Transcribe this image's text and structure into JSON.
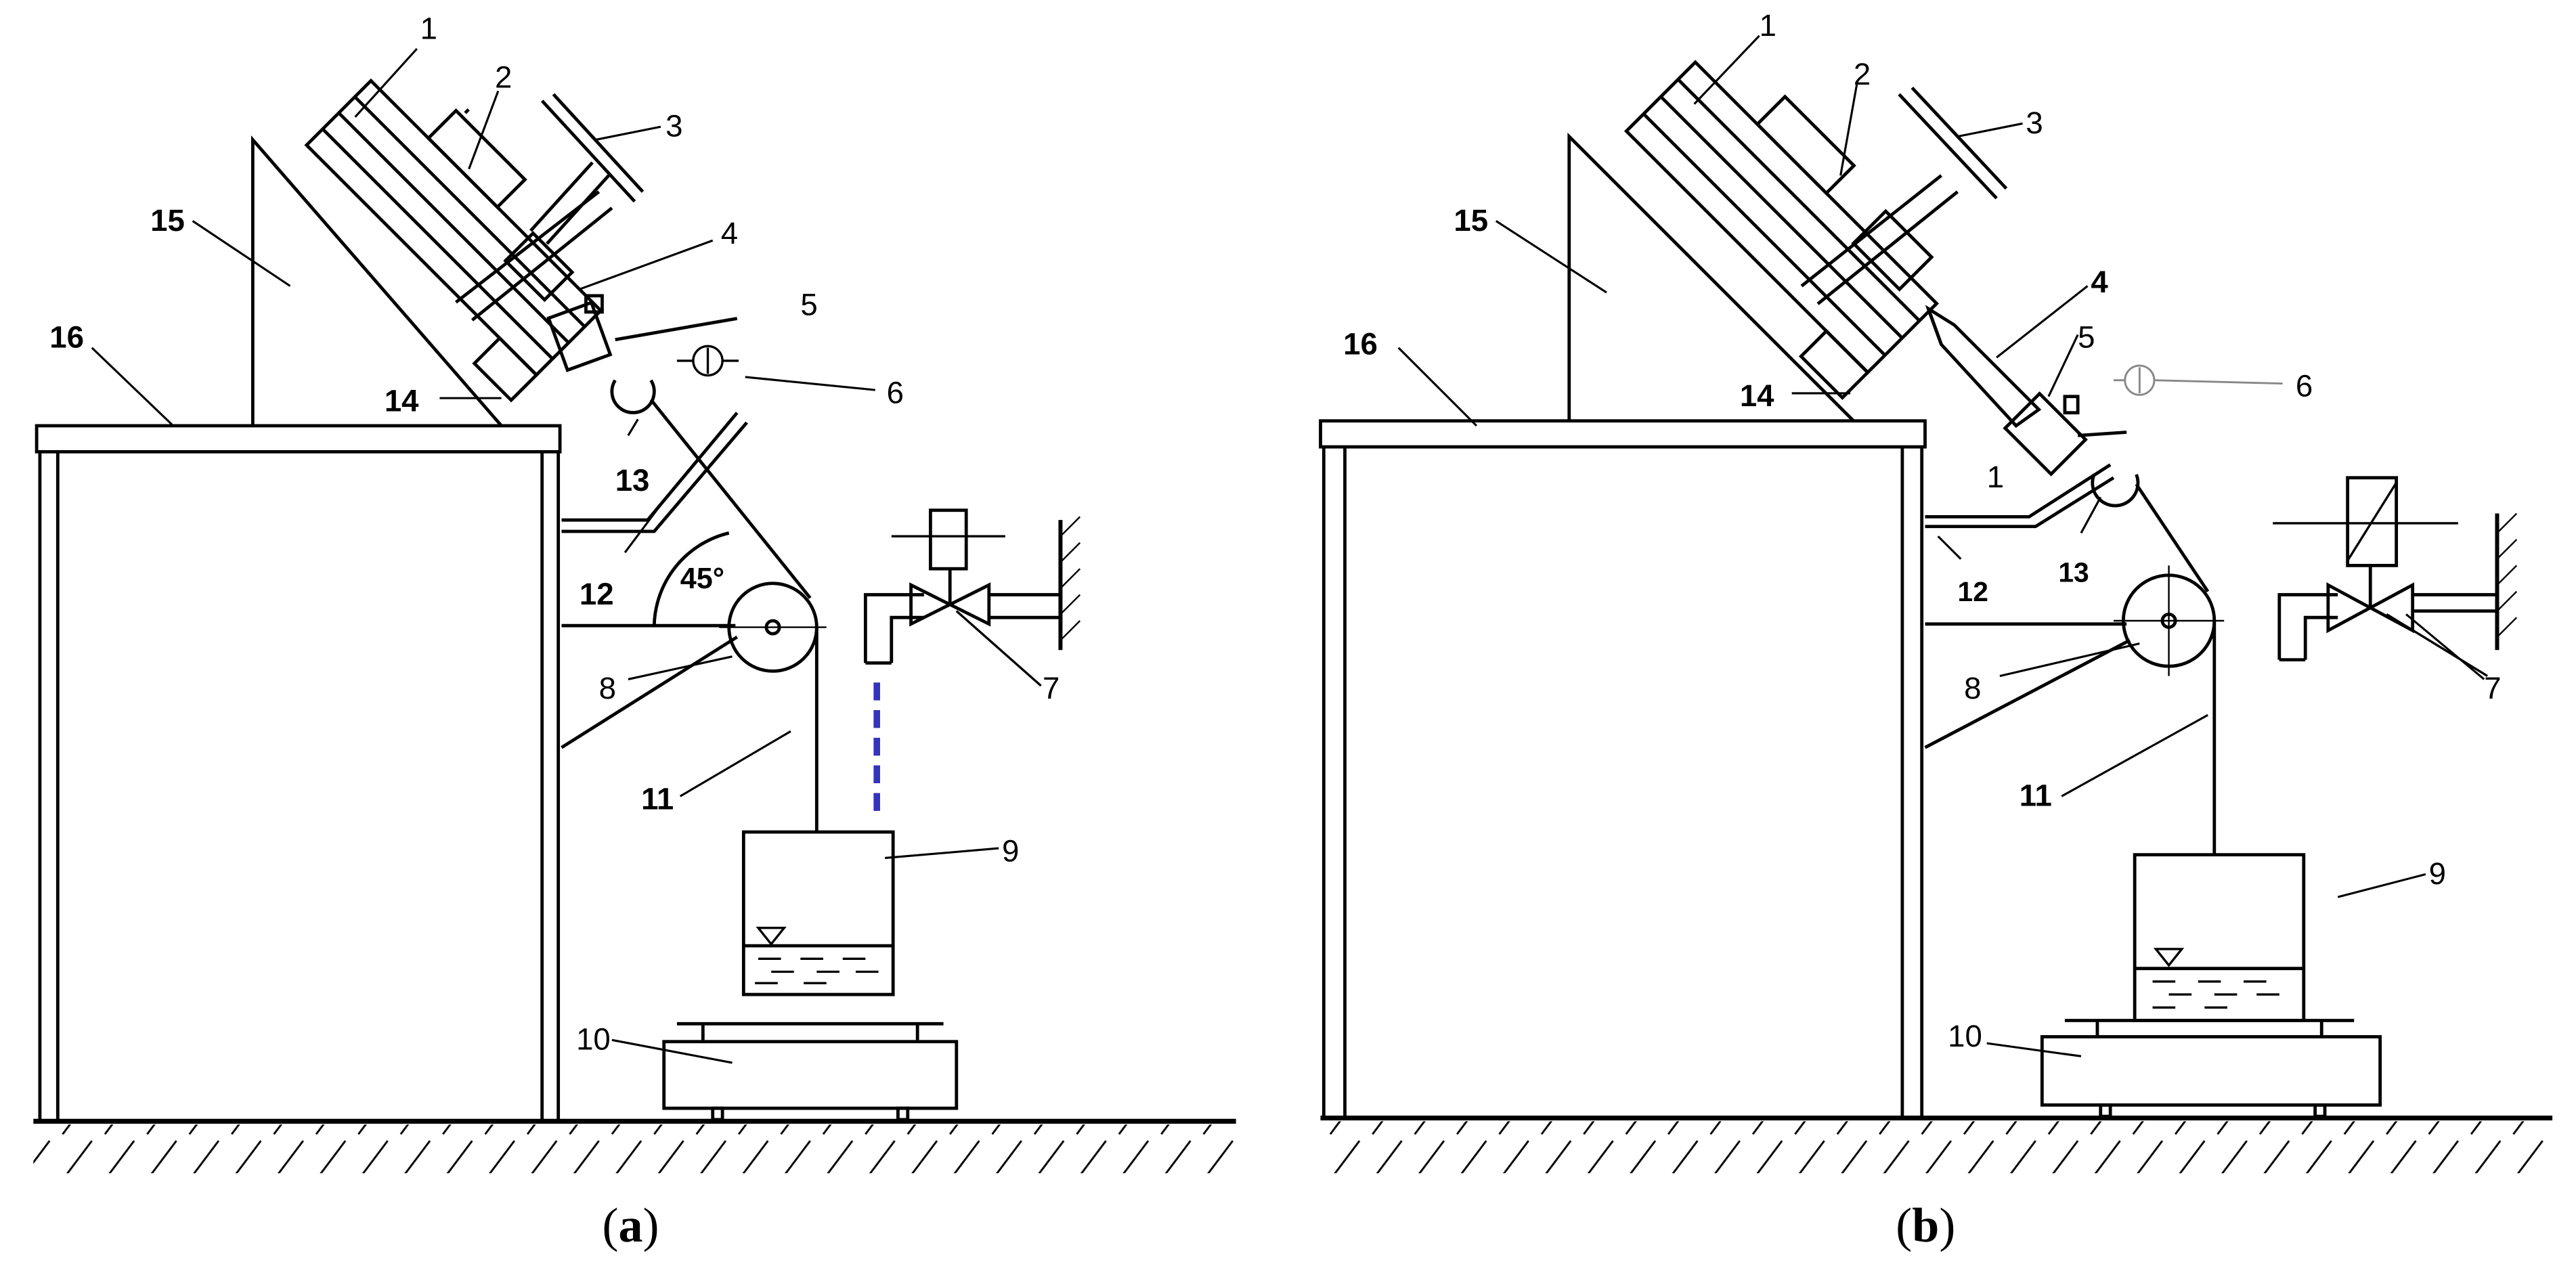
{
  "panels": [
    {
      "caption": "(a)",
      "caption_letter": "a",
      "labels": {
        "1": "1",
        "2": "2",
        "3": "3",
        "4": "4",
        "5": "5",
        "6": "6",
        "7": "7",
        "8": "8",
        "9": "9",
        "10": "10",
        "11": "11",
        "12": "12",
        "13": "13",
        "14": "14",
        "15": "15",
        "16": "16"
      },
      "angle_label": "45°"
    },
    {
      "caption": "(b)",
      "caption_letter": "b",
      "labels": {
        "1": "1",
        "2": "2",
        "3": "3",
        "4": "4",
        "5": "5",
        "6": "6",
        "7": "7",
        "8": "8",
        "9": "9",
        "10": "10",
        "11": "11",
        "12": "12",
        "13": "13",
        "14": "14",
        "15": "15",
        "16": "16"
      },
      "extra_label": "1"
    }
  ],
  "colors": {
    "stroke": "#000000",
    "spray": "#3333bb",
    "background": "#ffffff"
  }
}
